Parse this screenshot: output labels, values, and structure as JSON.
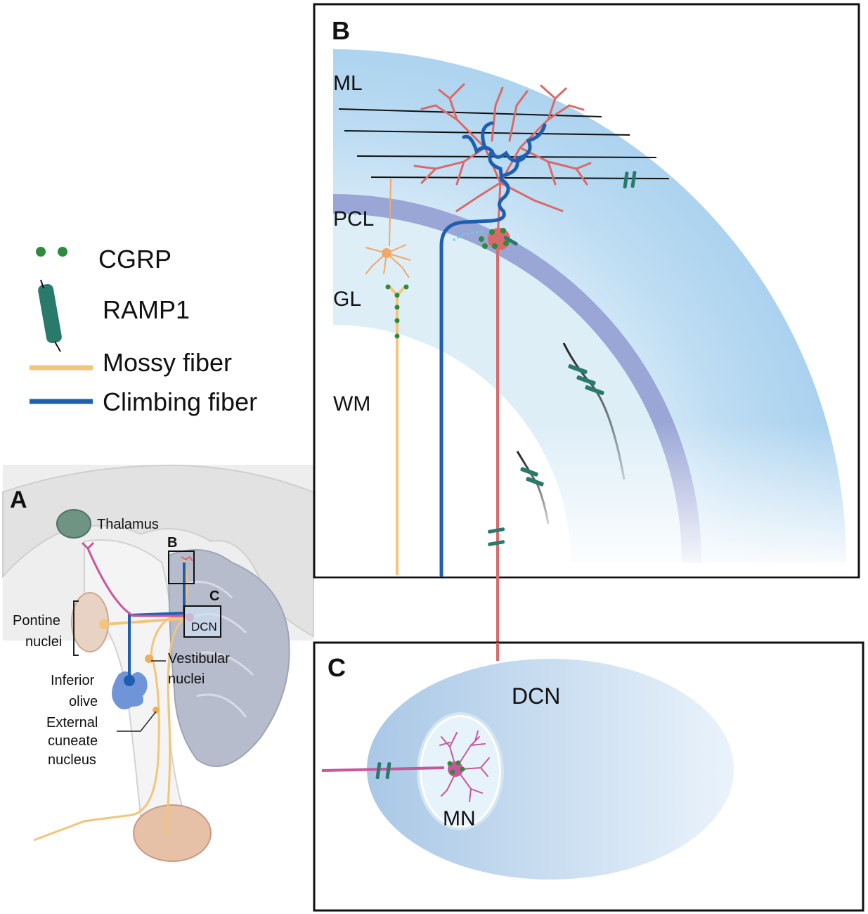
{
  "legend": {
    "cgrp": "CGRP",
    "ramp1": "RAMP1",
    "mossy": "Mossy fiber",
    "climbing": "Climbing fiber"
  },
  "panel_a": {
    "letter": "A",
    "thalamus": "Thalamus",
    "box_b": "B",
    "box_c": "C",
    "dcn": "DCN",
    "pontine_1": "Pontine",
    "pontine_2": "nuclei",
    "vestibular_1": "Vestibular",
    "vestibular_2": "nuclei",
    "inferior_1": "Inferior",
    "inferior_2": "olive",
    "external_1": "External",
    "external_2": "cuneate",
    "external_3": "nucleus"
  },
  "panel_b": {
    "letter": "B",
    "ml": "ML",
    "pcl": "PCL",
    "gl": "GL",
    "wm": "WM"
  },
  "panel_c": {
    "letter": "C",
    "dcn": "DCN",
    "mn": "MN"
  },
  "colors": {
    "cgrp": "#2e8b3e",
    "ramp1": "#2a7a6c",
    "mossy": "#f2c57a",
    "climbing": "#1e5fb0",
    "purkinje": "#d96a6a",
    "mn_neuron": "#c9569b"
  }
}
